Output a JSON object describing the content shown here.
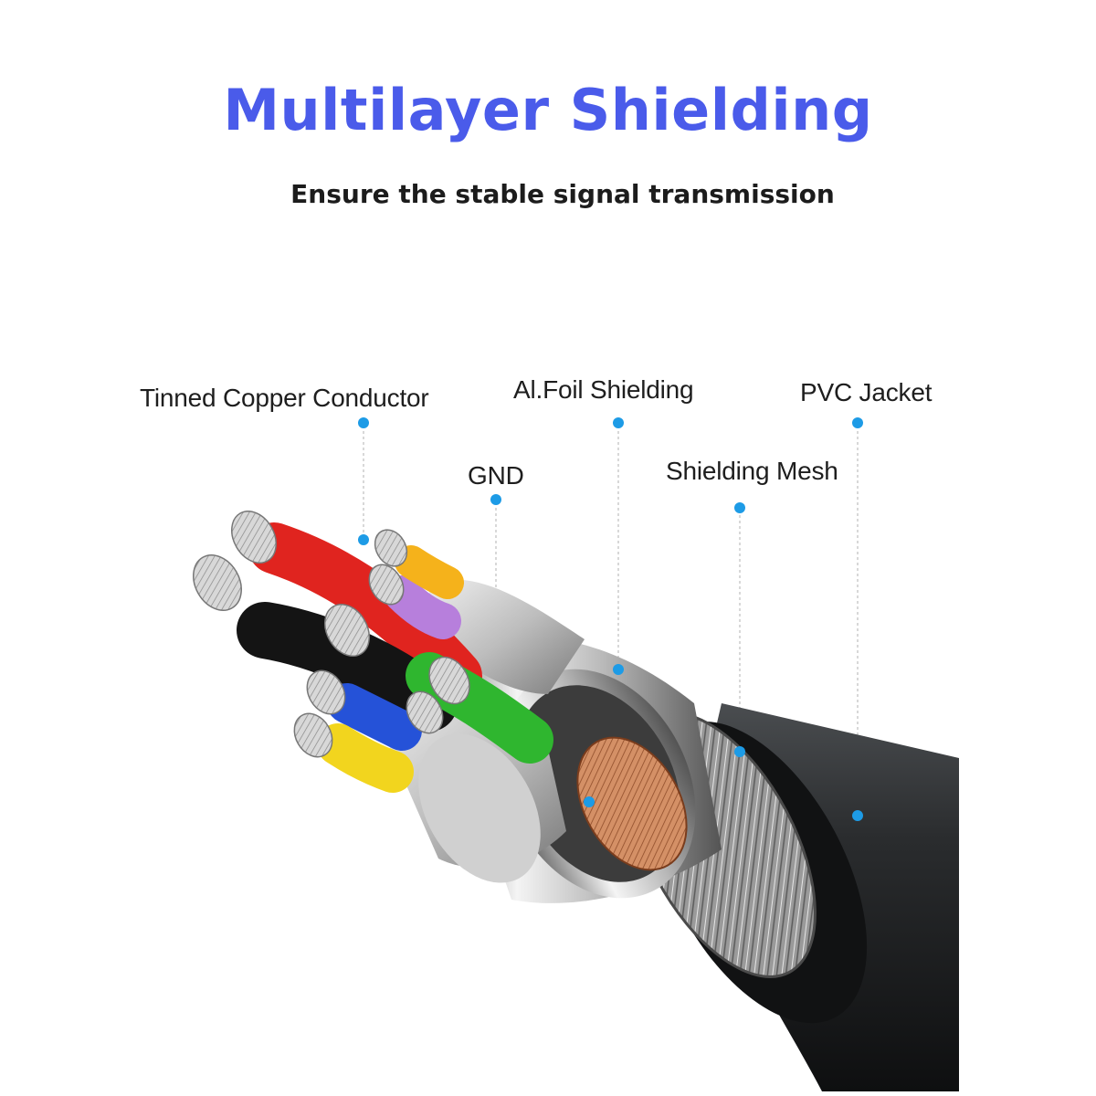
{
  "header": {
    "title": "Multilayer Shielding",
    "subtitle": "Ensure the stable signal transmission"
  },
  "callouts": {
    "tinned_copper_conductor": "Tinned Copper Conductor",
    "al_foil_shielding": "Al.Foil Shielding",
    "pvc_jacket": "PVC Jacket",
    "gnd": "GND",
    "shielding_mesh": "Shielding Mesh"
  },
  "colors": {
    "title": "#4a5bea",
    "marker": "#1d9be6",
    "jacket": "#222426",
    "wire_red": "#e0241f",
    "wire_black": "#141414",
    "wire_yellow": "#f2d51e",
    "wire_purple": "#b77fdc",
    "wire_orange": "#f5b21b",
    "wire_green": "#2fb62f",
    "wire_blue": "#2552d8",
    "copper": "#c57a4d"
  }
}
